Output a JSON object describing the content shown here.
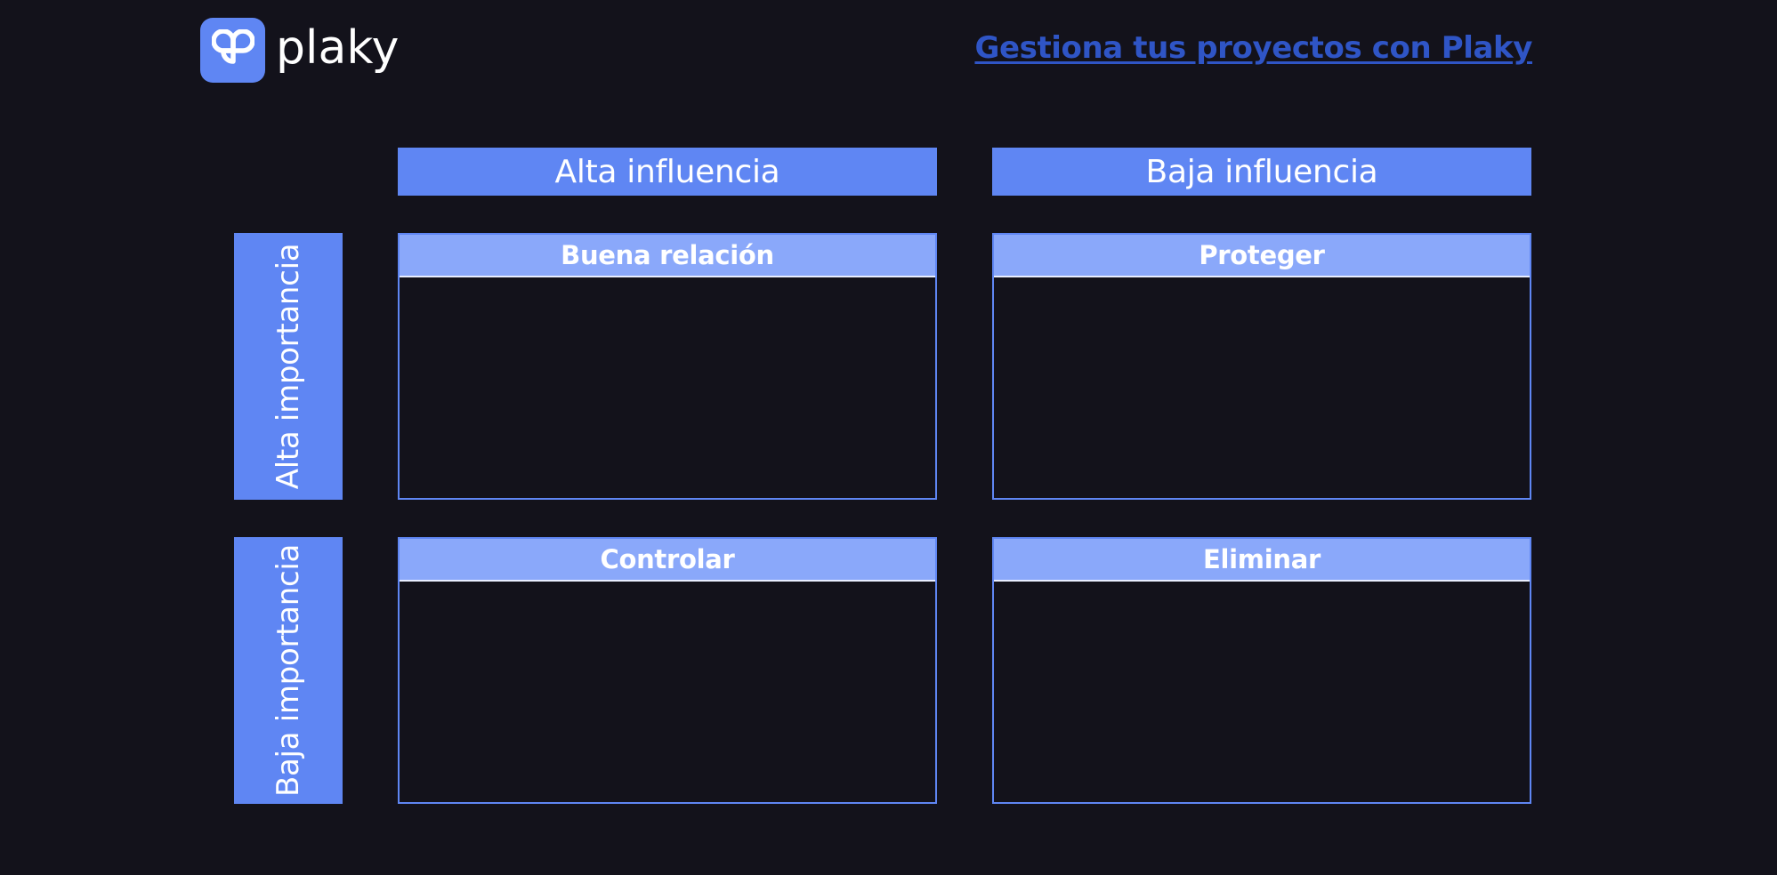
{
  "brand": {
    "name": "plaky",
    "accent": "#5f86f3",
    "logo_icon": "plaky-logo-icon"
  },
  "header": {
    "link_text": "Gestiona tus proyectos con Plaky",
    "link_color": "#2f55c6"
  },
  "matrix": {
    "columns": [
      {
        "label": "Alta influencia"
      },
      {
        "label": "Baja influencia"
      }
    ],
    "rows": [
      {
        "label": "Alta importancia"
      },
      {
        "label": "Baja importancia"
      }
    ],
    "quadrants": [
      {
        "title": "Buena relación"
      },
      {
        "title": "Proteger"
      },
      {
        "title": "Controlar"
      },
      {
        "title": "Eliminar"
      }
    ],
    "colors": {
      "header_fill": "#5f86f3",
      "quadrant_title_fill": "#8aa8fa",
      "background": "#13121b"
    }
  }
}
